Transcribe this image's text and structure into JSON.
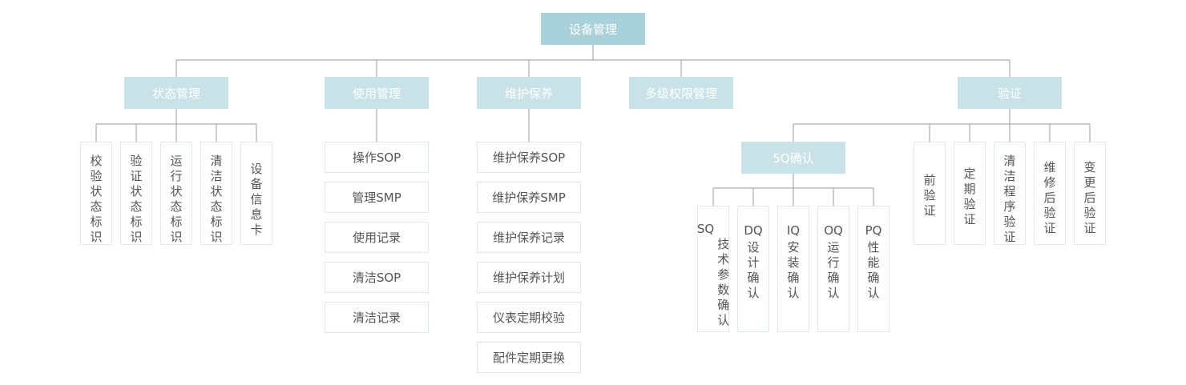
{
  "root": "设备管理",
  "categories": {
    "status": "状态管理",
    "usage": "使用管理",
    "maintenance": "维护保养",
    "permission": "多级权限管理",
    "validation": "验证"
  },
  "status_items": [
    "校验状态标识",
    "验证状态标识",
    "运行状态标识",
    "清洁状态标识",
    "设备信息卡"
  ],
  "usage_items": [
    "操作SOP",
    "管理SMP",
    "使用记录",
    "清洁SOP",
    "清洁记录"
  ],
  "maintenance_items": [
    "维护保养SOP",
    "维护保养SMP",
    "维护保养记录",
    "维护保养计划",
    "仪表定期校验",
    "配件定期更换"
  ],
  "q5": {
    "label": "5Q确认",
    "items": [
      {
        "code": "SQ",
        "text": "技术参数确认"
      },
      {
        "code": "DQ",
        "text": "设计确认"
      },
      {
        "code": "IQ",
        "text": "安装确认"
      },
      {
        "code": "OQ",
        "text": "运行确认"
      },
      {
        "code": "PQ",
        "text": "性能确认"
      }
    ]
  },
  "validation_items": [
    "前验证",
    "定期验证",
    "清洁程序验证",
    "维修后验证",
    "变更后验证"
  ],
  "colors": {
    "root": "#a9d1d9",
    "category": "#c8e2e8",
    "line": "#9a9a9a",
    "border": "#dfe8ea"
  }
}
